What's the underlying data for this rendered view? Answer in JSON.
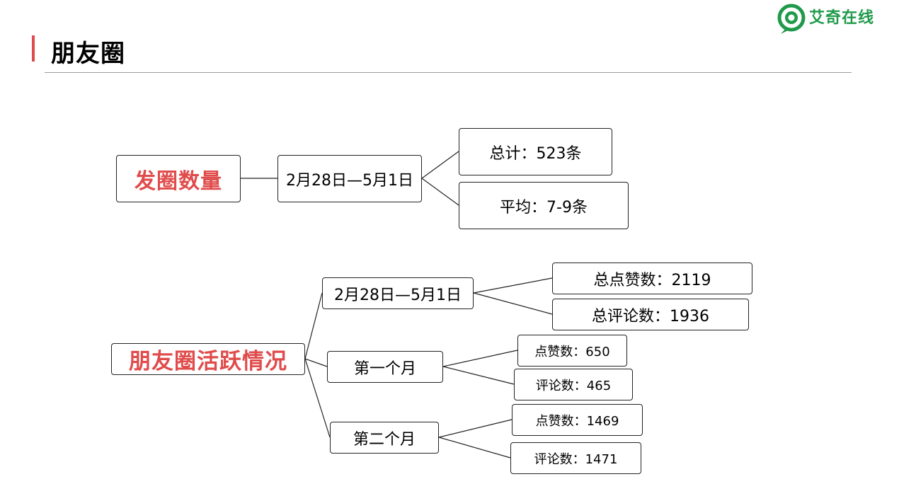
{
  "header": {
    "title": "朋友圈",
    "logo_text": "艾奇在线",
    "accent_color": "#e04b4b",
    "logo_color": "#1f9a4a"
  },
  "tree1": {
    "root": "发圈数量",
    "period": "2月28日—5月1日",
    "total": "总计：523条",
    "average": "平均：7-9条"
  },
  "tree2": {
    "root": "朋友圈活跃情况",
    "period": {
      "label": "2月28日—5月1日",
      "likes": "总点赞数：2119",
      "comments": "总评论数：1936"
    },
    "month1": {
      "label": "第一个月",
      "likes": "点赞数：650",
      "comments": "评论数：465"
    },
    "month2": {
      "label": "第二个月",
      "likes": "点赞数：1469",
      "comments": "评论数：1471"
    }
  }
}
